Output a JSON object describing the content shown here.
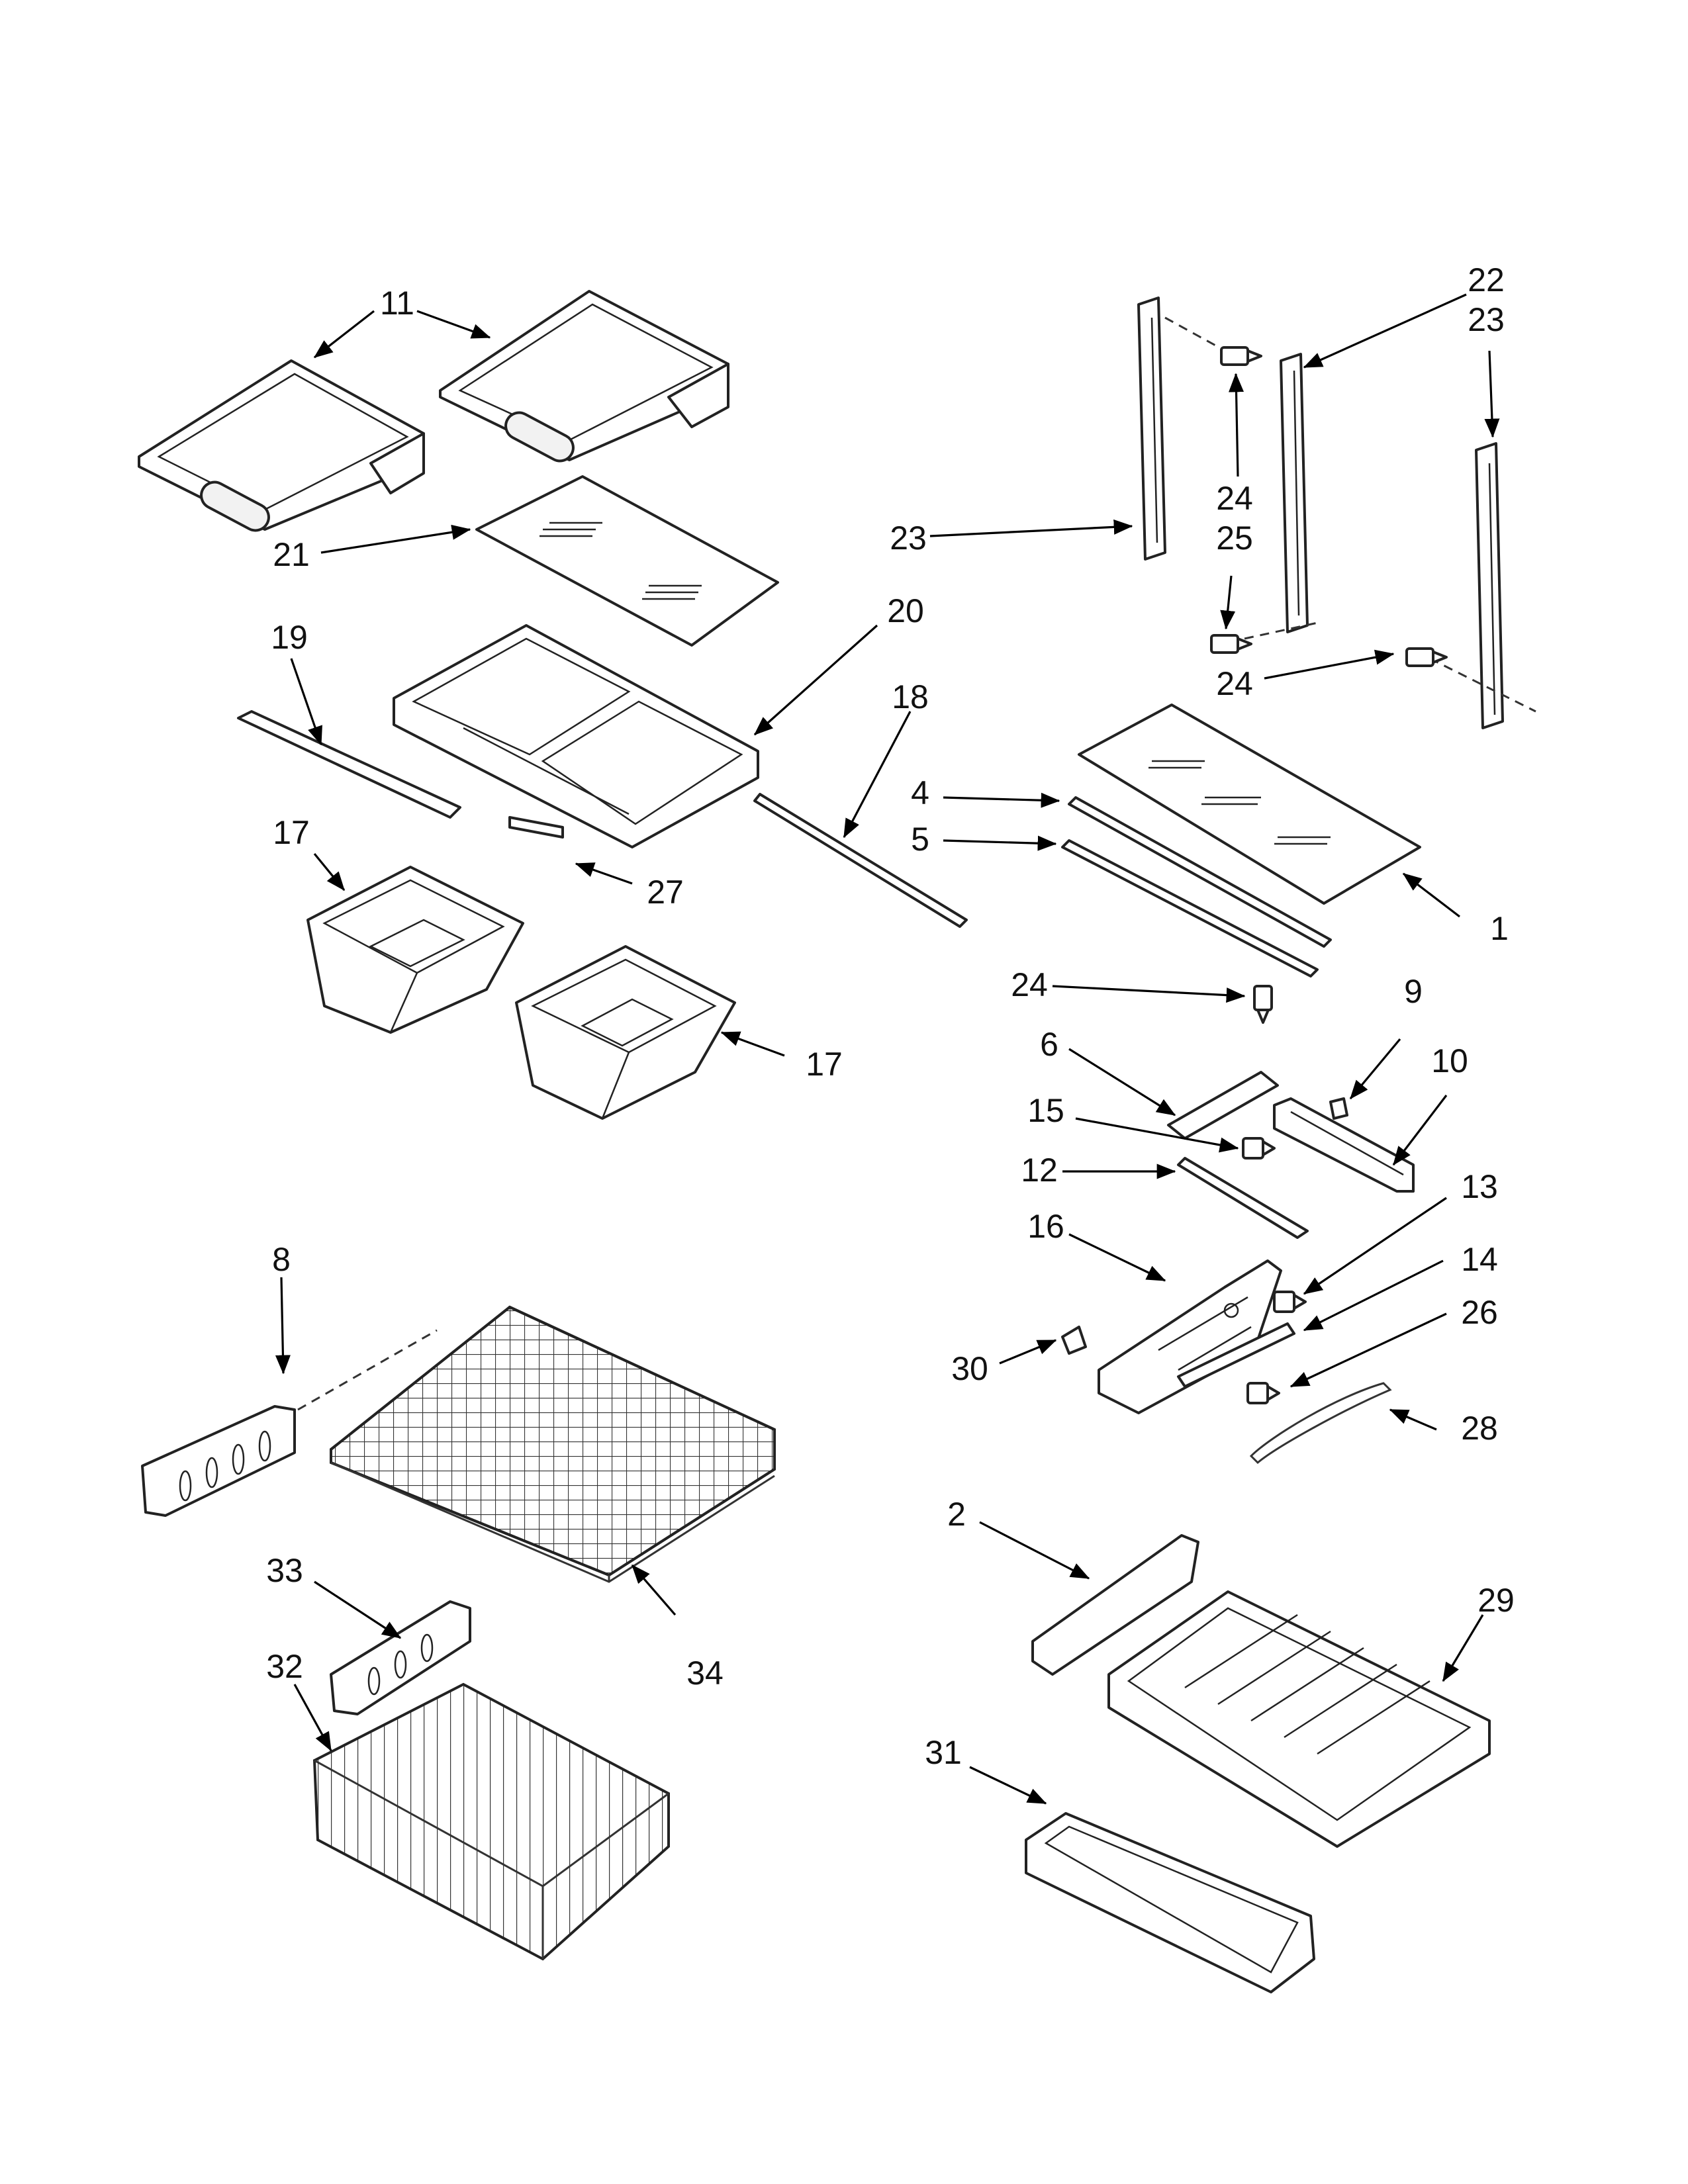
{
  "labels": {
    "l1": "1",
    "l2": "2",
    "l4": "4",
    "l5": "5",
    "l6": "6",
    "l8": "8",
    "l9": "9",
    "l10": "10",
    "l11": "11",
    "l12": "12",
    "l13": "13",
    "l14": "14",
    "l15": "15",
    "l16": "16",
    "l17a": "17",
    "l17b": "17",
    "l18": "18",
    "l19": "19",
    "l20": "20",
    "l21": "21",
    "l22": "22",
    "l23a": "23",
    "l23b": "23",
    "l24a": "24",
    "l24b": "24",
    "l24c": "24",
    "l25": "25",
    "l26": "26",
    "l27": "27",
    "l28": "28",
    "l29": "29",
    "l30": "30",
    "l31": "31",
    "l32": "32",
    "l33": "33",
    "l34": "34"
  }
}
